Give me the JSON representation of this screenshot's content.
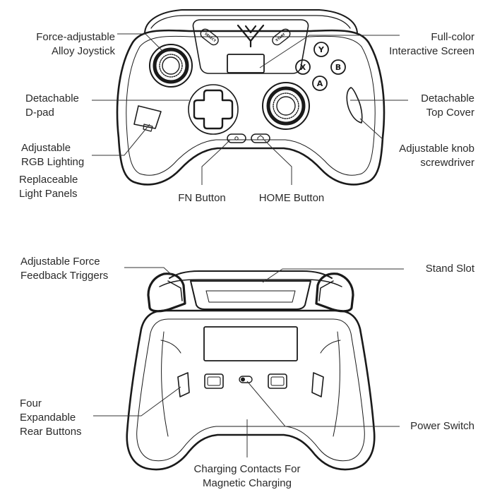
{
  "front_view": {
    "labels": {
      "joystick": [
        "Force-adjustable",
        "Alloy Joystick"
      ],
      "dpad": [
        "Detachable",
        "D-pad"
      ],
      "rgb": [
        "Adjustable",
        "RGB Lighting"
      ],
      "light_panels": [
        "Replaceable",
        "Light Panels"
      ],
      "fn": "FN Button",
      "home": "HOME Button",
      "screen": [
        "Full-color",
        "Interactive Screen"
      ],
      "top_cover": [
        "Detachable",
        "Top Cover"
      ],
      "knob": [
        "Adjustable knob",
        "screwdriver"
      ]
    },
    "button_text": {
      "select": "SELECT",
      "start": "START",
      "y": "Y",
      "x": "X",
      "b": "B",
      "a": "A"
    }
  },
  "back_view": {
    "labels": {
      "triggers": [
        "Adjustable Force",
        "Feedback Triggers"
      ],
      "stand_slot": "Stand Slot",
      "rear_buttons": [
        "Four",
        "Expandable",
        "Rear Buttons"
      ],
      "power_switch": "Power Switch",
      "charging": [
        "Charging Contacts For",
        "Magnetic Charging"
      ]
    }
  },
  "colors": {
    "stroke": "#1a1a1a",
    "leader": "#333333",
    "text": "#2a2a2a"
  },
  "icons": [
    "controller-logo-icon",
    "fn-circle-icon",
    "home-house-icon"
  ]
}
